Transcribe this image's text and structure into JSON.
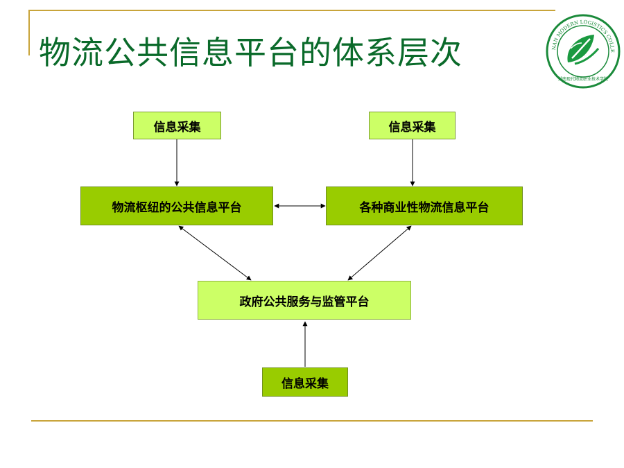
{
  "title": "物流公共信息平台的体系层次",
  "logo": {
    "icon": "leaf-emblem-icon",
    "arc_text": "HU NAN MODERN LOGISTICS COLLEGE",
    "seal_text": "湖南现代物流职业技术学院",
    "color": "#1a8a3a"
  },
  "nodes": {
    "collect_left": "信息采集",
    "collect_right": "信息采集",
    "hub_platform": "物流枢纽的公共信息平台",
    "commercial_platform": "各种商业性物流信息平台",
    "gov_platform": "政府公共服务与监管平台",
    "collect_bottom": "信息采集"
  },
  "colors": {
    "accent_line": "#c8a43a",
    "title": "#0a6a2a",
    "light_green": "#ccff66",
    "dark_green": "#99cc00"
  }
}
